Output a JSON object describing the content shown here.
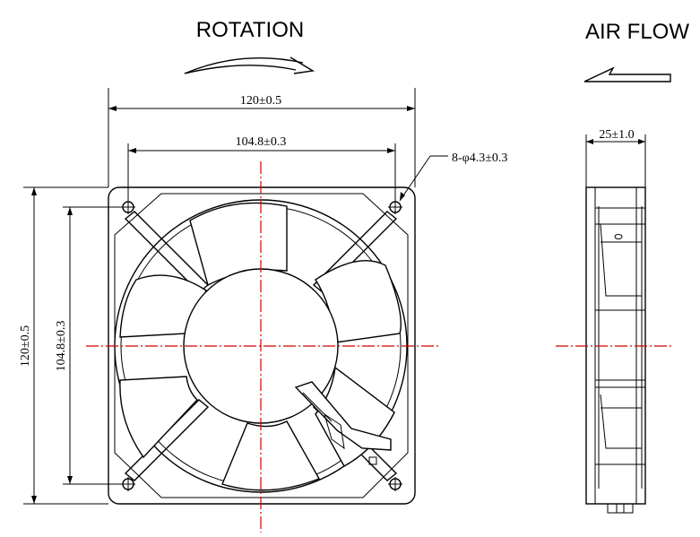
{
  "headings": {
    "rotation": "ROTATION",
    "air_flow": "AIR FLOW"
  },
  "dimensions": {
    "overall_width": "120±0.5",
    "overall_height": "120±0.5",
    "hole_spacing_horizontal": "104.8±0.3",
    "hole_spacing_vertical": "104.8±0.3",
    "mounting_holes": "8-φ4.3±0.3",
    "depth": "25±1.0"
  },
  "colors": {
    "line": "#000000",
    "centerline": "#d40000",
    "background": "#ffffff"
  },
  "icons": {
    "rotation_arrow": "curved-arrow-icon",
    "airflow_arrow": "left-arrow-icon"
  }
}
